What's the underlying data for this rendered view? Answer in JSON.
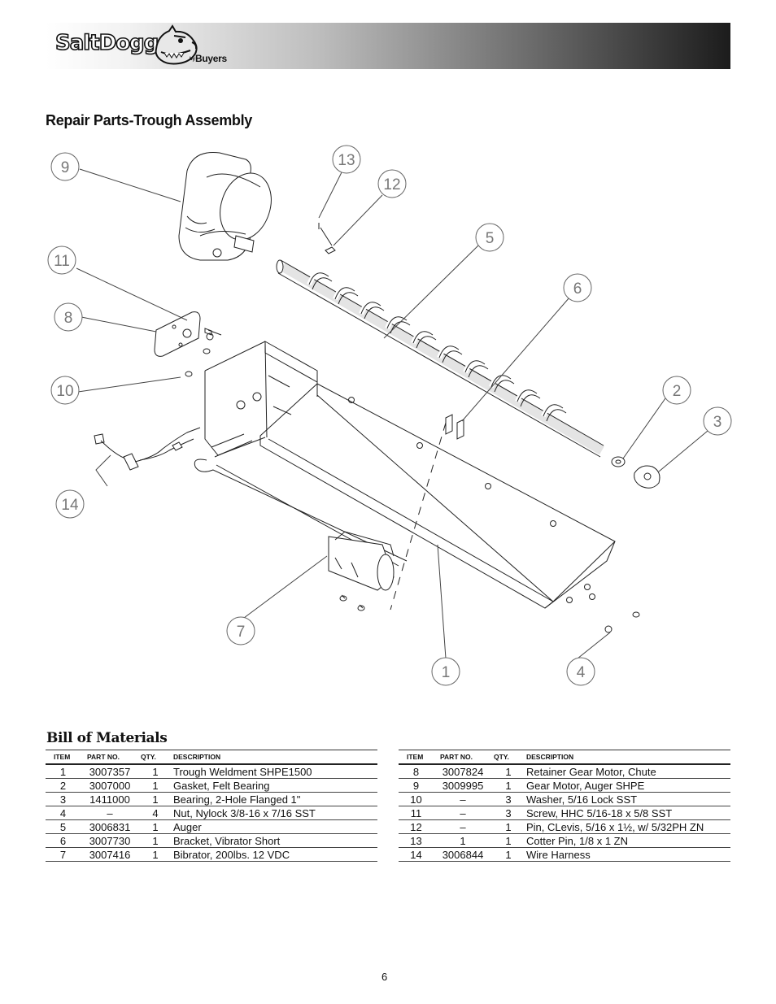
{
  "header": {
    "brand": "SaltDogg",
    "by": "by",
    "company": "Buyers"
  },
  "section_title": "Repair Parts-Trough Assembly",
  "callouts": [
    "1",
    "2",
    "3",
    "4",
    "5",
    "6",
    "7",
    "8",
    "9",
    "10",
    "11",
    "12",
    "13",
    "14"
  ],
  "bom": {
    "title": "Bill of Materials",
    "headers": {
      "item": "ITEM",
      "part_no": "PART NO.",
      "qty": "QTY.",
      "description": "DESCRIPTION"
    },
    "left_rows": [
      {
        "item": "1",
        "part_no": "3007357",
        "qty": "1",
        "description": "Trough Weldment SHPE1500"
      },
      {
        "item": "2",
        "part_no": "3007000",
        "qty": "1",
        "description": "Gasket, Felt Bearing"
      },
      {
        "item": "3",
        "part_no": "1411000",
        "qty": "1",
        "description": "Bearing, 2-Hole Flanged 1\""
      },
      {
        "item": "4",
        "part_no": "–",
        "qty": "4",
        "description": "Nut, Nylock 3/8-16 x 7/16 SST"
      },
      {
        "item": "5",
        "part_no": "3006831",
        "qty": "1",
        "description": "Auger"
      },
      {
        "item": "6",
        "part_no": "3007730",
        "qty": "1",
        "description": "Bracket, Vibrator Short"
      },
      {
        "item": "7",
        "part_no": "3007416",
        "qty": "1",
        "description": "Bibrator, 200lbs. 12 VDC"
      }
    ],
    "right_rows": [
      {
        "item": "8",
        "part_no": "3007824",
        "qty": "1",
        "description": "Retainer Gear Motor, Chute"
      },
      {
        "item": "9",
        "part_no": "3009995",
        "qty": "1",
        "description": "Gear Motor, Auger SHPE"
      },
      {
        "item": "10",
        "part_no": "–",
        "qty": "3",
        "description": "Washer, 5/16 Lock SST"
      },
      {
        "item": "11",
        "part_no": "–",
        "qty": "3",
        "description": "Screw, HHC 5/16-18 x 5/8 SST"
      },
      {
        "item": "12",
        "part_no": "–",
        "qty": "1",
        "description": "Pin, CLevis, 5/16 x 1½, w/ 5/32PH ZN"
      },
      {
        "item": "13",
        "part_no": "1",
        "qty": "1",
        "description": "Cotter Pin, 1/8 x 1 ZN"
      },
      {
        "item": "14",
        "part_no": "3006844",
        "qty": "1",
        "description": "Wire Harness"
      }
    ]
  },
  "page_number": "6"
}
